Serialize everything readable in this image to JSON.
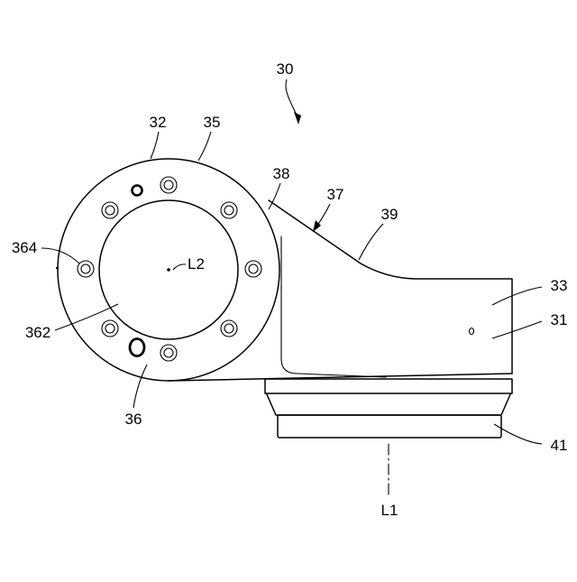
{
  "figure": {
    "labels": {
      "assembly": "30",
      "label_32": "32",
      "label_35": "35",
      "label_38": "38",
      "label_37": "37",
      "label_39": "39",
      "label_364": "364",
      "label_l2": "L2",
      "label_33": "33",
      "label_31": "31",
      "label_362": "362",
      "label_36": "36",
      "label_41": "41",
      "label_l1": "L1"
    }
  }
}
